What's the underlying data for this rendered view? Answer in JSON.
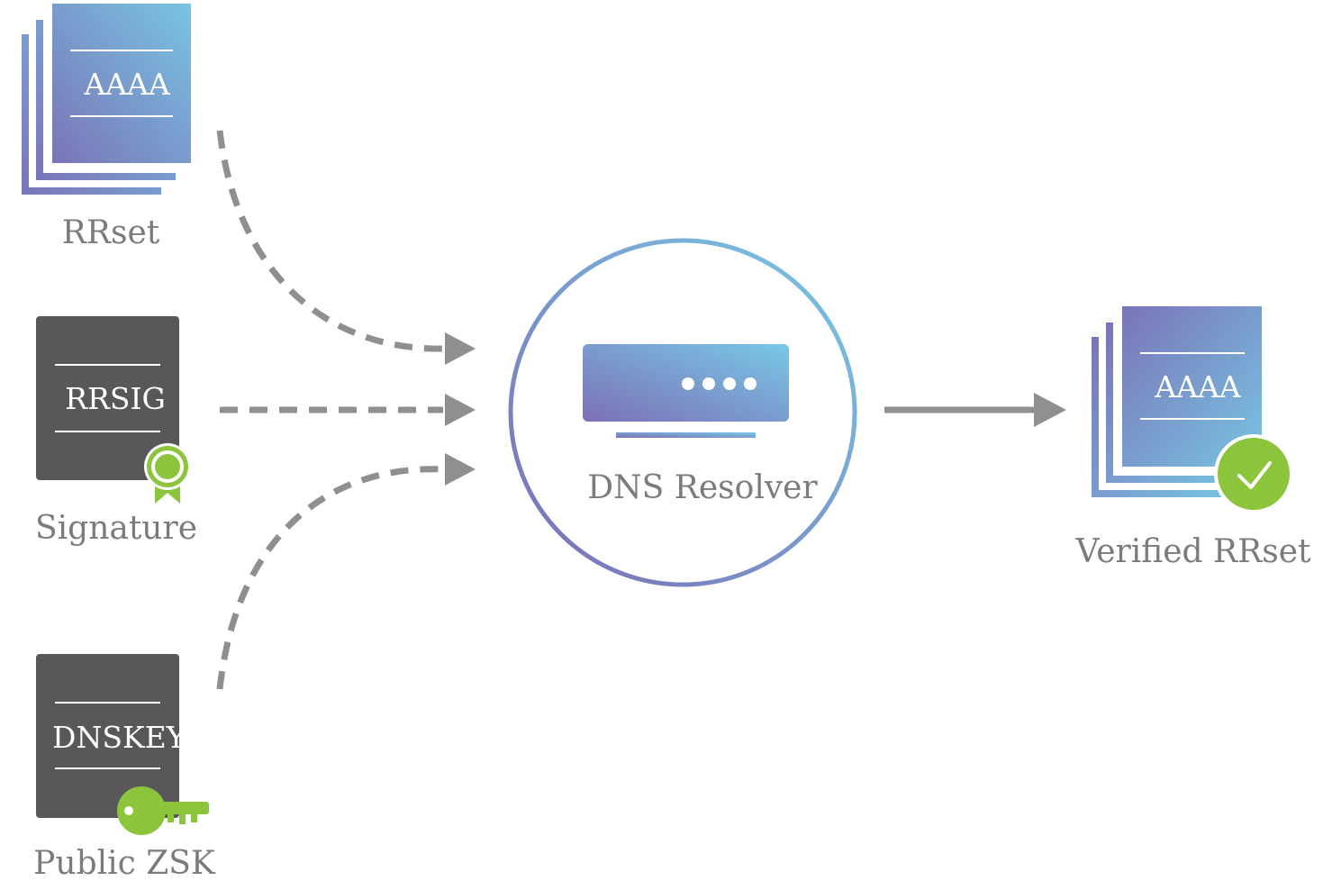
{
  "inputs": {
    "rrset": {
      "doc_text": "AAAA",
      "label": "RRset"
    },
    "rrsig": {
      "doc_text": "RRSIG",
      "label": "Signature",
      "badge_icon": "ribbon-award-icon"
    },
    "dnskey": {
      "doc_text": "DNSKEY",
      "label": "Public ZSK",
      "badge_icon": "key-icon"
    }
  },
  "resolver": {
    "label": "DNS Resolver",
    "icon": "server-icon"
  },
  "output": {
    "doc_text": "AAAA",
    "label": "Verified RRset",
    "badge_icon": "check-circle-icon"
  },
  "colors": {
    "gradient_start": "#7a74b8",
    "gradient_end": "#78c4e2",
    "dark_doc": "#58585a",
    "accent_green": "#8cc43c",
    "arrow_gray": "#8f8f8f",
    "label_gray": "#7b7b7b"
  }
}
